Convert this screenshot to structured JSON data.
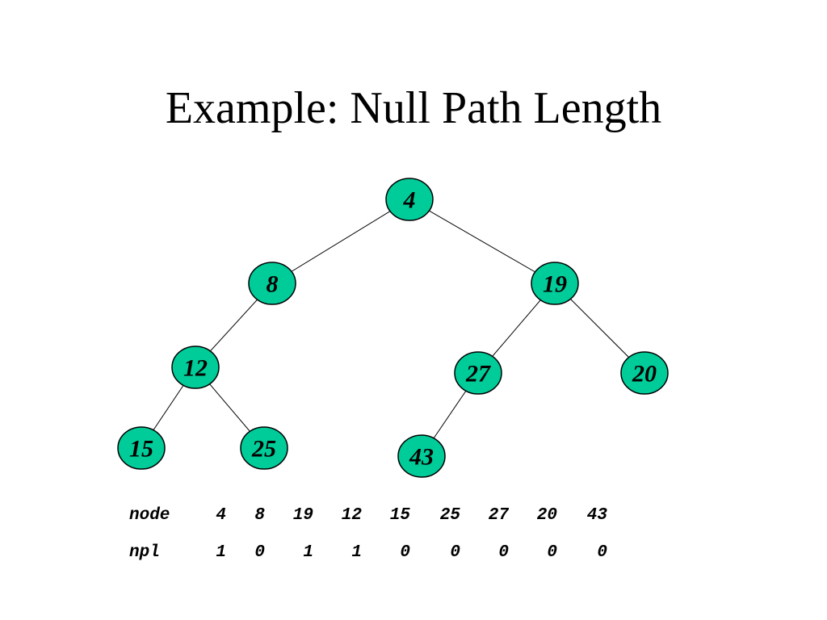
{
  "title": "Example: Null Path Length",
  "colors": {
    "node_fill": "#00cc99",
    "edge": "#000000",
    "background": "#ffffff"
  },
  "tree": {
    "nodes": [
      {
        "id": "4",
        "label": "4"
      },
      {
        "id": "8",
        "label": "8"
      },
      {
        "id": "19",
        "label": "19"
      },
      {
        "id": "12",
        "label": "12"
      },
      {
        "id": "27",
        "label": "27"
      },
      {
        "id": "20",
        "label": "20"
      },
      {
        "id": "15",
        "label": "15"
      },
      {
        "id": "25",
        "label": "25"
      },
      {
        "id": "43",
        "label": "43"
      }
    ],
    "edges": [
      [
        "4",
        "8"
      ],
      [
        "4",
        "19"
      ],
      [
        "8",
        "12"
      ],
      [
        "19",
        "27"
      ],
      [
        "19",
        "20"
      ],
      [
        "12",
        "15"
      ],
      [
        "12",
        "25"
      ],
      [
        "27",
        "43"
      ]
    ]
  },
  "table": {
    "node_header": "node",
    "npl_header": "npl",
    "nodes": [
      "4",
      "8",
      "19",
      "12",
      "15",
      "25",
      "27",
      "20",
      "43"
    ],
    "npl": [
      "1",
      "0",
      "1",
      "1",
      "0",
      "0",
      "0",
      "0",
      "0"
    ]
  }
}
